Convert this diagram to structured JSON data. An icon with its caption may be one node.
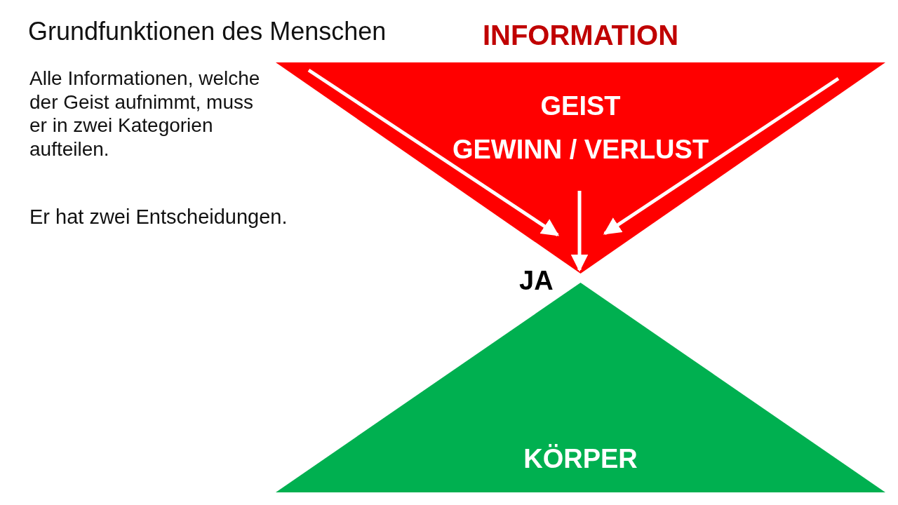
{
  "diagram": {
    "title": "Grundfunktionen des Menschen",
    "nodes": [
      {
        "text": [
          "INFORMATION",
          "GEIST",
          "GEWINN / VERLUST"
        ]
      },
      {
        "text": [
          "KÖRPER"
        ]
      }
    ],
    "edges": [],
    "labels": [
      "Alle Informationen, welche der Geist aufnimmt, muss er in zwei Kategorien aufteilen.",
      "Er hat zwei Entscheidungen.",
      "JA"
    ]
  }
}
